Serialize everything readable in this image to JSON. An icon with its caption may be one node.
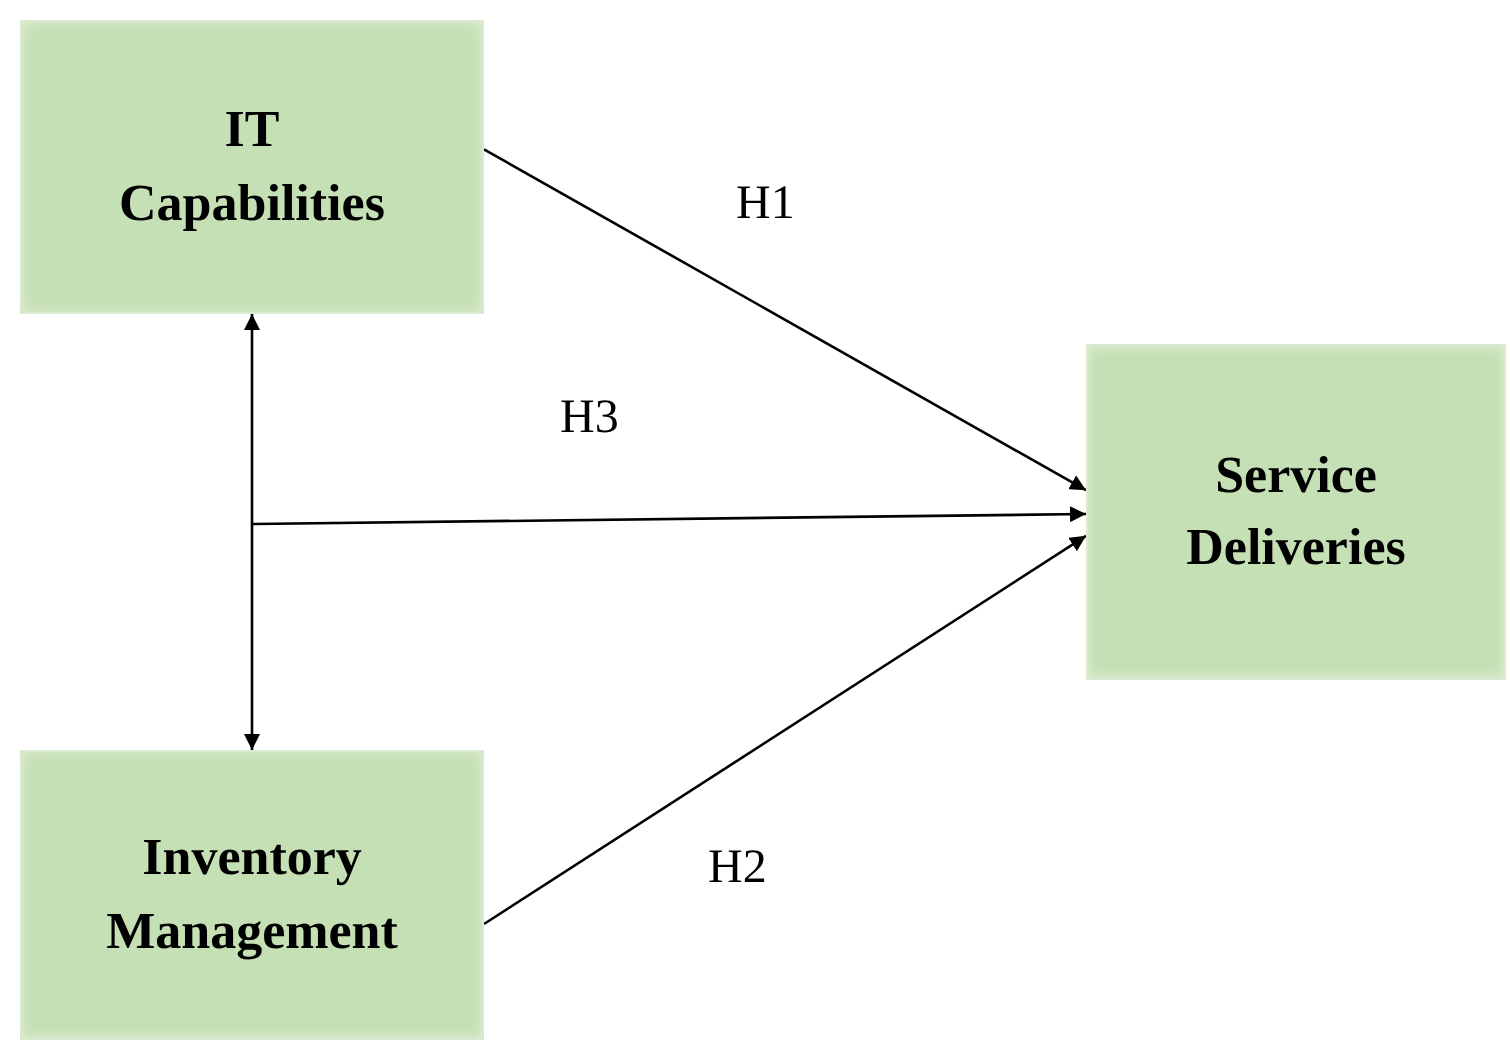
{
  "diagram": {
    "nodes": [
      {
        "text": [
          "IT Capabilities"
        ]
      },
      {
        "text": [
          "Service Deliveries"
        ]
      },
      {
        "text": [
          "Inventory Management"
        ]
      }
    ],
    "edges": [
      {
        "from": 0,
        "to": 1,
        "arrow": "to",
        "label": "H1"
      },
      {
        "from": null,
        "to": 1,
        "arrow": "to",
        "label": "H3"
      },
      {
        "from": 2,
        "to": 1,
        "arrow": "to",
        "label": "H2"
      },
      {
        "from": 0,
        "to": 2,
        "arrow": "both"
      }
    ]
  }
}
